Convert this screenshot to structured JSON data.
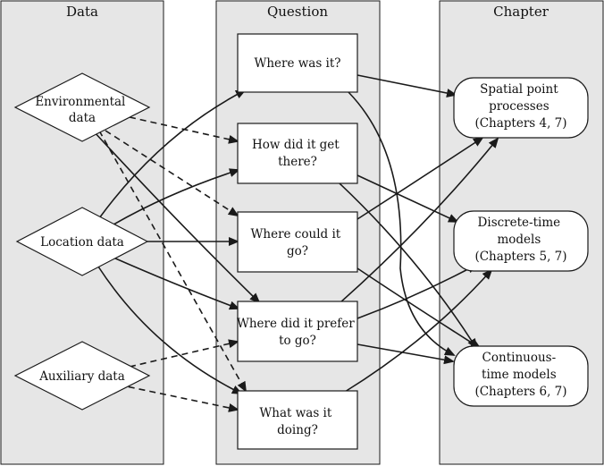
{
  "columns": {
    "data": "Data",
    "question": "Question",
    "chapter": "Chapter"
  },
  "data_nodes": {
    "environmental": [
      "Environmental",
      "data"
    ],
    "location": [
      "Location data"
    ],
    "auxiliary": [
      "Auxiliary data"
    ]
  },
  "question_nodes": {
    "where": [
      "Where was it?"
    ],
    "how": [
      "How did it get",
      "there?"
    ],
    "could": [
      "Where could it",
      "go?"
    ],
    "prefer": [
      "Where did it prefer",
      "to go?"
    ],
    "doing": [
      "What was it",
      "doing?"
    ]
  },
  "chapter_nodes": {
    "spatial": [
      "Spatial point",
      "processes",
      "(Chapters 4, 7)"
    ],
    "discrete": [
      "Discrete-time",
      "models",
      "(Chapters 5, 7)"
    ],
    "continuous": [
      "Continuous-",
      "time models",
      "(Chapters 6, 7)"
    ]
  },
  "colors": {
    "panel_fill": "#e6e6e6",
    "stroke": "#1a1a1a",
    "node_fill": "#ffffff"
  }
}
